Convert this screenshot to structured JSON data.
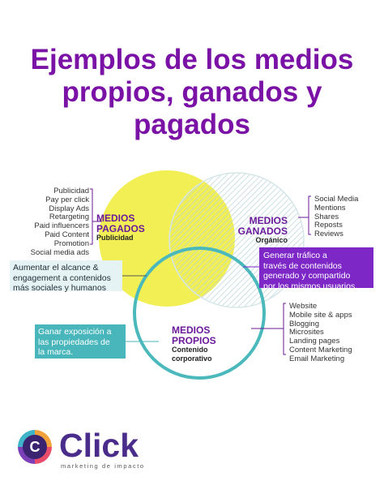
{
  "title": {
    "line1": "Ejemplos de los medios",
    "line2": "propios, ganados y",
    "line3": "pagados"
  },
  "colors": {
    "title": "#7b12a6",
    "pagados_circle": "#f2ef55",
    "propios_circle": "#4bb9bc",
    "ganados_circle": "#c9dfe2",
    "accent_purple": "#7d27c7"
  },
  "circles": {
    "pagados": {
      "name_line1": "MEDIOS",
      "name_line2": "PAGADOS",
      "sub": "Publicidad"
    },
    "ganados": {
      "name_line1": "MEDIOS",
      "name_line2": "GANADOS",
      "sub": "Orgánico"
    },
    "propios": {
      "name_line1": "MEDIOS",
      "name_line2": "PROPIOS",
      "sub_line1": "Contenido",
      "sub_line2": "corporativo"
    }
  },
  "lists": {
    "pagados": [
      "Publicidad",
      "Pay per click",
      "Display Ads",
      "Retargeting",
      "Paid influencers",
      "Paid Content",
      "Promotion",
      "Social media ads"
    ],
    "ganados": [
      "Social Media",
      "Mentions",
      "Shares",
      "Reposts",
      "Reviews"
    ],
    "propios": [
      "Website",
      "Mobile site & apps",
      "Blogging",
      "Microsites",
      "Landing pages",
      "Content Marketing",
      "Email Marketing"
    ]
  },
  "boxes": {
    "alcance": [
      "Aumentar el alcance &",
      "engagement a contenidos",
      "más sociales y humanos"
    ],
    "trafico": [
      "Generar tráfico a",
      "través de contenidos",
      "generado y compartido",
      "por los mismos usuarios."
    ],
    "exposicion": [
      "Ganar exposición a",
      "las propiedades de",
      "la marca."
    ]
  },
  "logo": {
    "word": "Click",
    "tagline": "marketing de impacto"
  }
}
